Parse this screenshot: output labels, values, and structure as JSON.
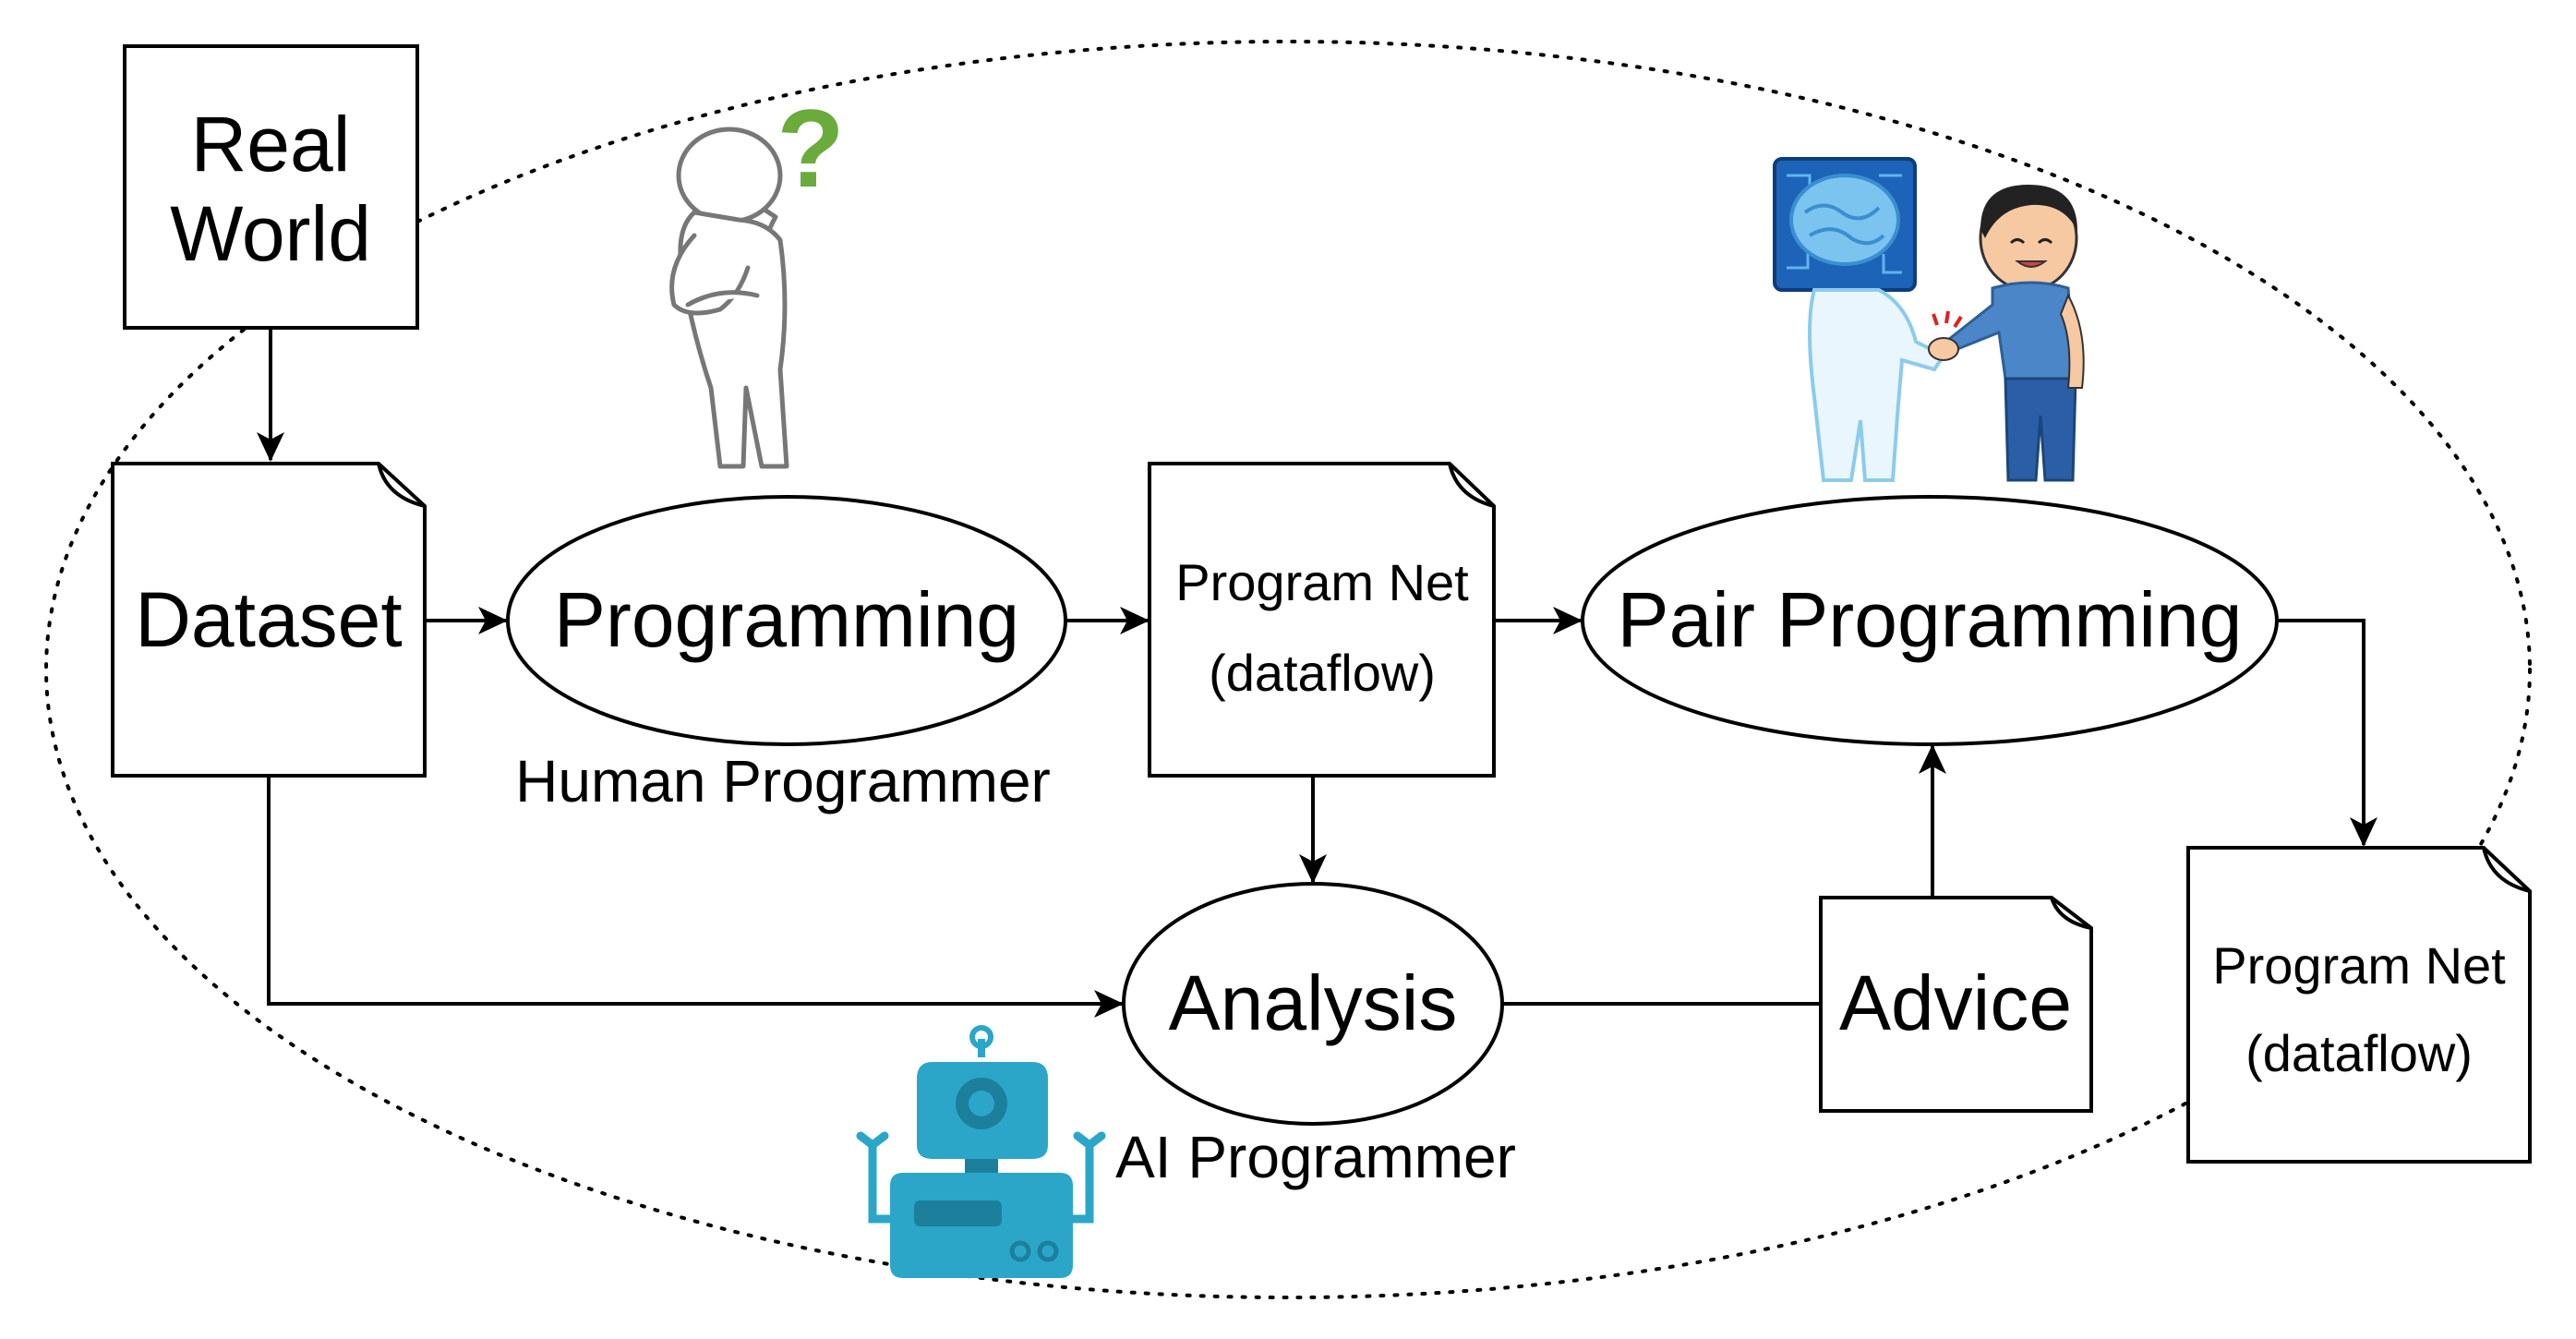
{
  "nodes": {
    "real_world": {
      "line1": "Real",
      "line2": "World"
    },
    "dataset": "Dataset",
    "programming": "Programming",
    "program_net_1": {
      "line1": "Program Net",
      "line2": "(dataflow)"
    },
    "pair_programming": "Pair Programming",
    "analysis": "Analysis",
    "advice": "Advice",
    "program_net_2": {
      "line1": "Program Net",
      "line2": "(dataflow)"
    }
  },
  "labels": {
    "human_programmer": "Human Programmer",
    "ai_programmer": "AI Programmer",
    "question_mark": "?"
  },
  "colors": {
    "question": "#6aab3b",
    "robot": "#2ba6c9",
    "robot_dark": "#1c7f9c",
    "brain_panel": "#1d63b8",
    "brain": "#7cc4f0",
    "man_shirt": "#4a86c8",
    "man_pants": "#2a5fa8",
    "skin": "#f7c9a3"
  }
}
